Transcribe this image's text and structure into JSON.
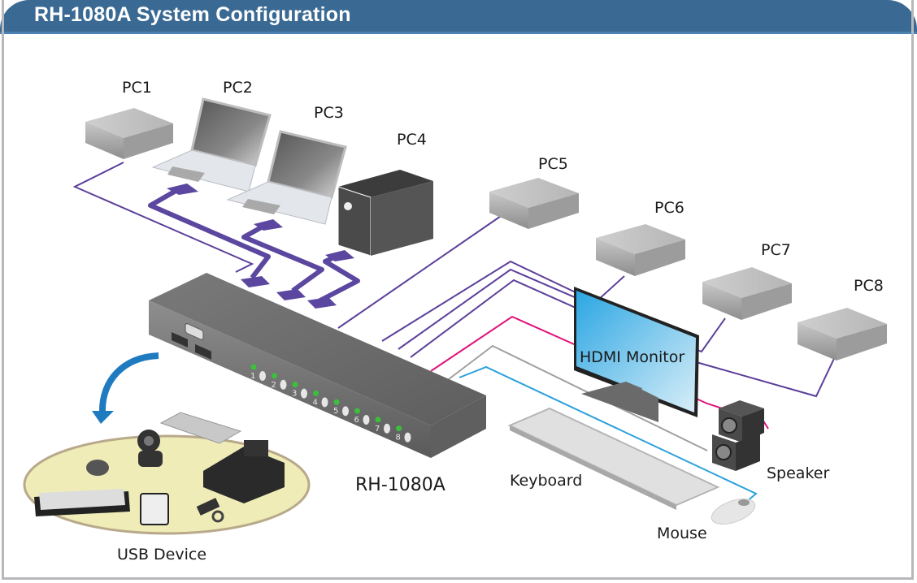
{
  "header": {
    "title": "RH-1080A  System Configuration"
  },
  "devices": {
    "pcs": [
      "PC1",
      "PC2",
      "PC3",
      "PC4",
      "PC5",
      "PC6",
      "PC7",
      "PC8"
    ],
    "switch": "RH-1080A",
    "monitor": "HDMI Monitor",
    "keyboard": "Keyboard",
    "mouse": "Mouse",
    "speaker": "Speaker",
    "usb_device": "USB Device",
    "port_numbers": [
      "1",
      "2",
      "3",
      "4",
      "5",
      "6",
      "7",
      "8"
    ]
  },
  "colors": {
    "header": "#3a6a93",
    "pc_cable": "#5b3f9a",
    "usb_cable_thick": "#5b47a0",
    "audio_cable": "#e0137a",
    "keyboard_cable": "#a0a0a0",
    "mouse_cable": "#2aa0dc",
    "arrow": "#1f7bc0",
    "platform": "#efecb8",
    "led": "#3cbf3c"
  }
}
